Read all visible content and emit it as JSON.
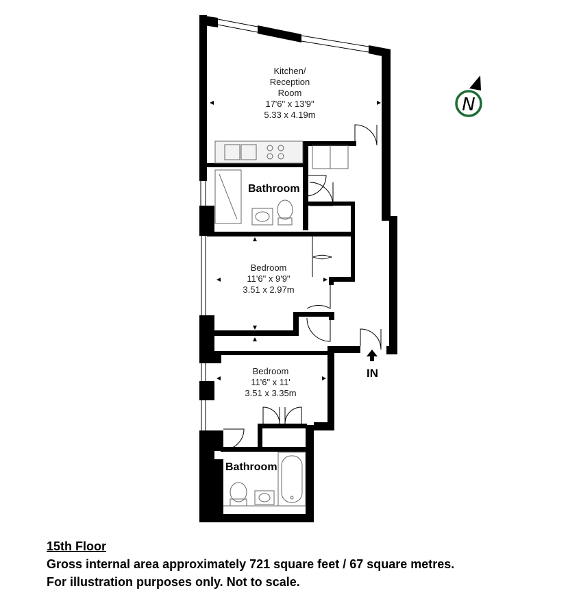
{
  "rooms": {
    "kitchen": {
      "name_line1": "Kitchen/",
      "name_line2": "Reception",
      "name_line3": "Room",
      "imperial": "17'6\" x 13'9\"",
      "metric": "5.33 x 4.19m"
    },
    "bedroom1": {
      "name": "Bedroom",
      "imperial": "11'6\" x 9'9\"",
      "metric": "3.51 x 2.97m"
    },
    "bedroom2": {
      "name": "Bedroom",
      "imperial": "11'6\" x 11'",
      "metric": "3.51 x 3.35m"
    },
    "bathroom1": {
      "name": "Bathroom"
    },
    "bathroom2": {
      "name": "Bathroom"
    }
  },
  "entrance": {
    "label": "IN"
  },
  "compass": {
    "letter": "N",
    "ring_color": "#1d6b34"
  },
  "colors": {
    "wall": "#000000",
    "fixture": "#666666",
    "counter": "#f2f2f2"
  },
  "caption": {
    "floor": "15th Floor",
    "area": "Gross internal area approximately 721 square feet / 67 square metres.",
    "disclaimer": "For illustration purposes only. Not to scale."
  }
}
